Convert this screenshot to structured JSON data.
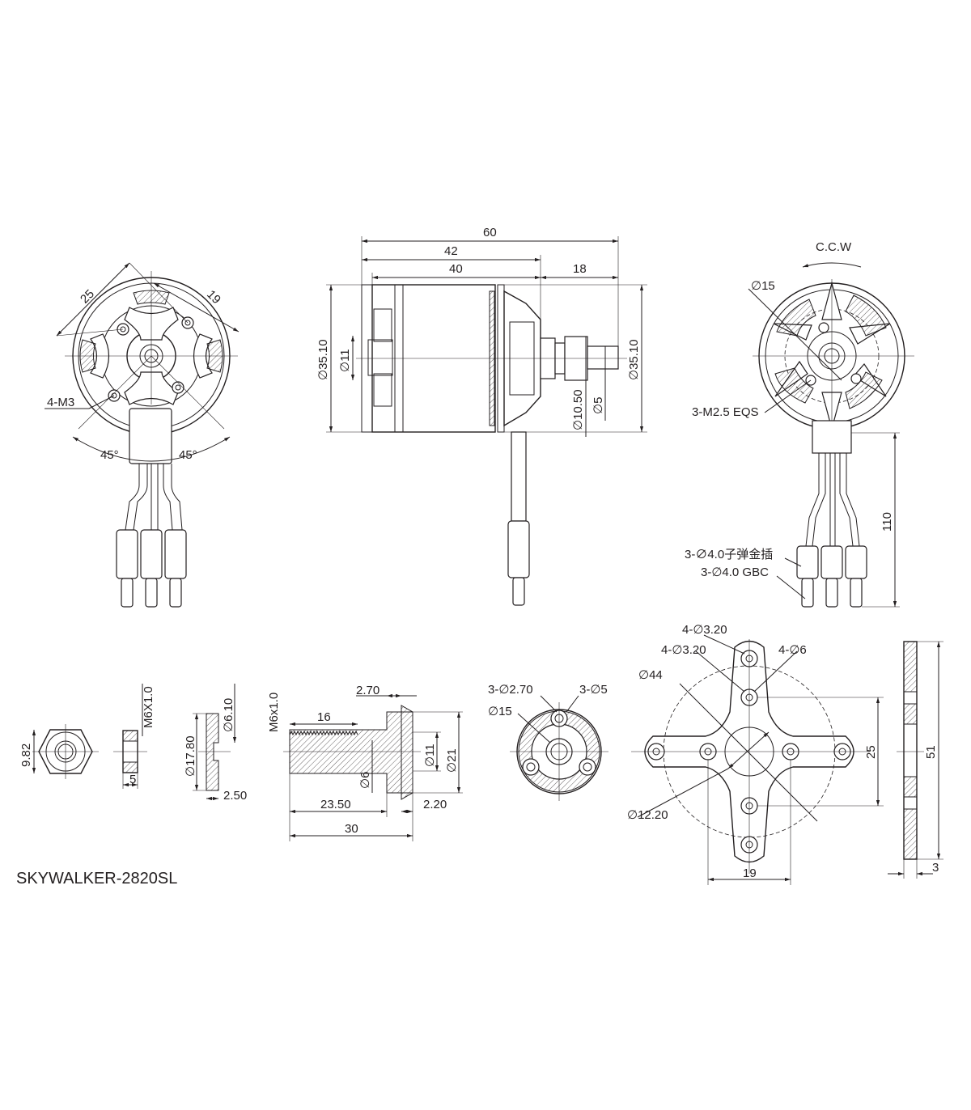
{
  "title": "SKYWALKER-2820SL",
  "front_view": {
    "dim_25": "25",
    "dim_19": "19",
    "holes": "4-M3",
    "angle_left": "45°",
    "angle_right": "45°"
  },
  "side_view": {
    "length_total": "60",
    "length_42": "42",
    "length_40": "40",
    "length_18": "18",
    "dia_body_left": "∅35.10",
    "dia_11": "∅11",
    "dia_10_50": "∅10.50",
    "dia_5": "∅5",
    "dia_body_right": "∅35.10"
  },
  "rear_view": {
    "rotation": "C.C.W",
    "dia_15": "∅15",
    "screws": "3-M2.5 EQS",
    "lead_length": "110",
    "connector_cn": "3-∅4.0子弹金插",
    "connector_en": "3-∅4.0 GBC"
  },
  "nut": {
    "width": "9.82"
  },
  "washer": {
    "thread": "M6X1.0",
    "thickness": "5"
  },
  "spacer": {
    "outer": "∅17.80",
    "inner": "∅6.10",
    "thickness": "2.50"
  },
  "shaft_adapter": {
    "thread": "M6x1.0",
    "flange": "2.70",
    "thread_len": "16",
    "dia_6": "∅6",
    "dia_11": "∅11",
    "dia_21": "∅21",
    "len_23_50": "23.50",
    "len_2_20": "2.20",
    "len_30": "30"
  },
  "prop_hub": {
    "holes_small": "3-∅2.70",
    "holes_large": "3-∅5",
    "dia_15": "∅15"
  },
  "cross_mount": {
    "holes_a": "4-∅3.20",
    "holes_b": "4-∅3.20",
    "holes_c": "4-∅6",
    "dia_44": "∅44",
    "dia_12_20": "∅12.20",
    "dim_25": "25",
    "dim_19": "19"
  },
  "mount_side": {
    "height": "51",
    "thickness": "3"
  }
}
